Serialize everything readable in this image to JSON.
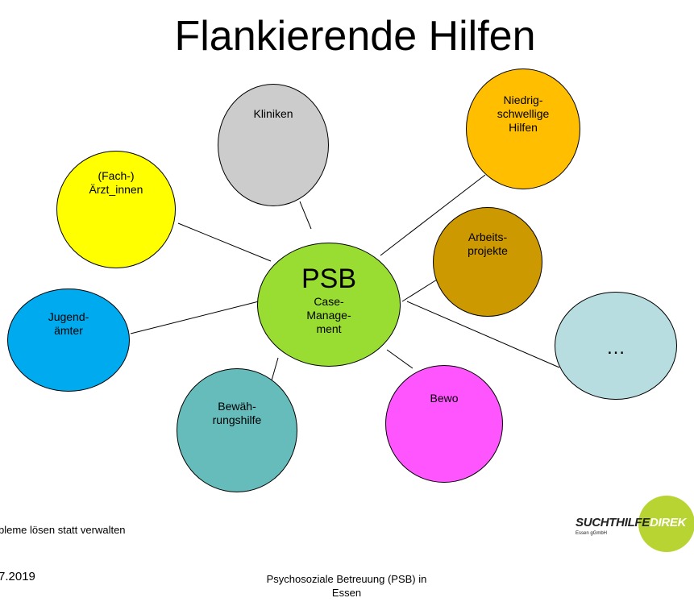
{
  "title": "Flankierende Hilfen",
  "center": {
    "title": "PSB",
    "subtitle": "Case-\nManage-\nment",
    "color": "#99dd33"
  },
  "nodes": {
    "kliniken": {
      "label": "Kliniken",
      "color": "#cccccc"
    },
    "niedrig": {
      "label": "Niedrig-\nschwellige\nHilfen",
      "color": "#ffbf00"
    },
    "aerzte": {
      "label": "(Fach-)\nÄrzt_innen",
      "color": "#ffff00"
    },
    "arbeit": {
      "label": "Arbeits-\nprojekte",
      "color": "#cc9900"
    },
    "jugend": {
      "label": "Jugend-\nämter",
      "color": "#00aaee"
    },
    "more": {
      "label": "…",
      "color": "#b8dde0"
    },
    "bewaehrung": {
      "label": "Bewäh-\nrungshilfe",
      "color": "#66bbbb"
    },
    "bewo": {
      "label": "Bewo",
      "color": "#ff55ff"
    }
  },
  "footer": {
    "left": "bleme lösen statt verwalten",
    "date": "7.2019",
    "center": "Psychosoziale Betreuung (PSB) in\nEssen"
  },
  "logo": {
    "brand_a": "SUCHTHILFE",
    "brand_b": "DIREK",
    "sub": "Essen gGmbH",
    "brand_color": "#222222",
    "accent_color": "#b8d432"
  }
}
